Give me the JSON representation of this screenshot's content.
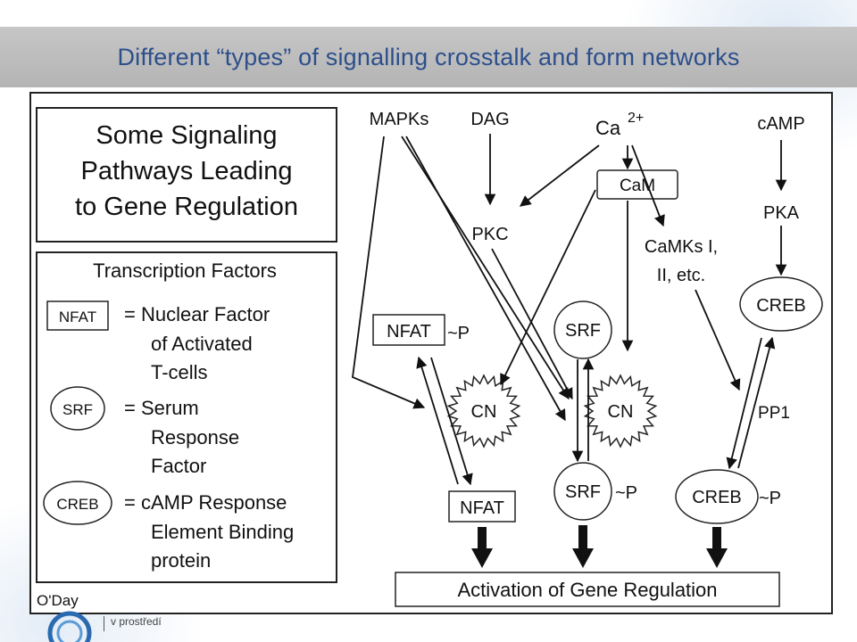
{
  "slide": {
    "title": "Different “types” of signalling crosstalk and form networks",
    "footer_text": "v prostředí"
  },
  "figure": {
    "heading_lines": [
      "Some Signaling",
      "Pathways Leading",
      "to Gene Regulation"
    ],
    "legend": {
      "title": "Transcription Factors",
      "entries": [
        {
          "abbr": "NFAT",
          "lines": [
            "= Nuclear Factor",
            "of Activated",
            "T-cells"
          ]
        },
        {
          "abbr": "SRF",
          "lines": [
            "= Serum",
            "Response",
            "Factor"
          ]
        },
        {
          "abbr": "CREB",
          "lines": [
            "= cAMP Response",
            "Element Binding",
            "protein"
          ]
        }
      ]
    },
    "credit": "O'Day",
    "nodes": {
      "mapks": "MAPKs",
      "dag": "DAG",
      "ca_base": "Ca",
      "ca_sup": "2+",
      "camp": "cAMP",
      "cam": "CaM",
      "pkc": "PKC",
      "pka": "PKA",
      "camks_line1": "CaMKs I,",
      "camks_line2": "II, etc.",
      "creb_top": "CREB",
      "nfat_top": "NFAT",
      "phospho": "~P",
      "srf_top": "SRF",
      "cn": "CN",
      "pp1": "PP1",
      "nfat_bottom": "NFAT",
      "srf_bottom": "SRF",
      "creb_bottom": "CREB"
    },
    "output_label": "Activation of Gene Regulation"
  }
}
